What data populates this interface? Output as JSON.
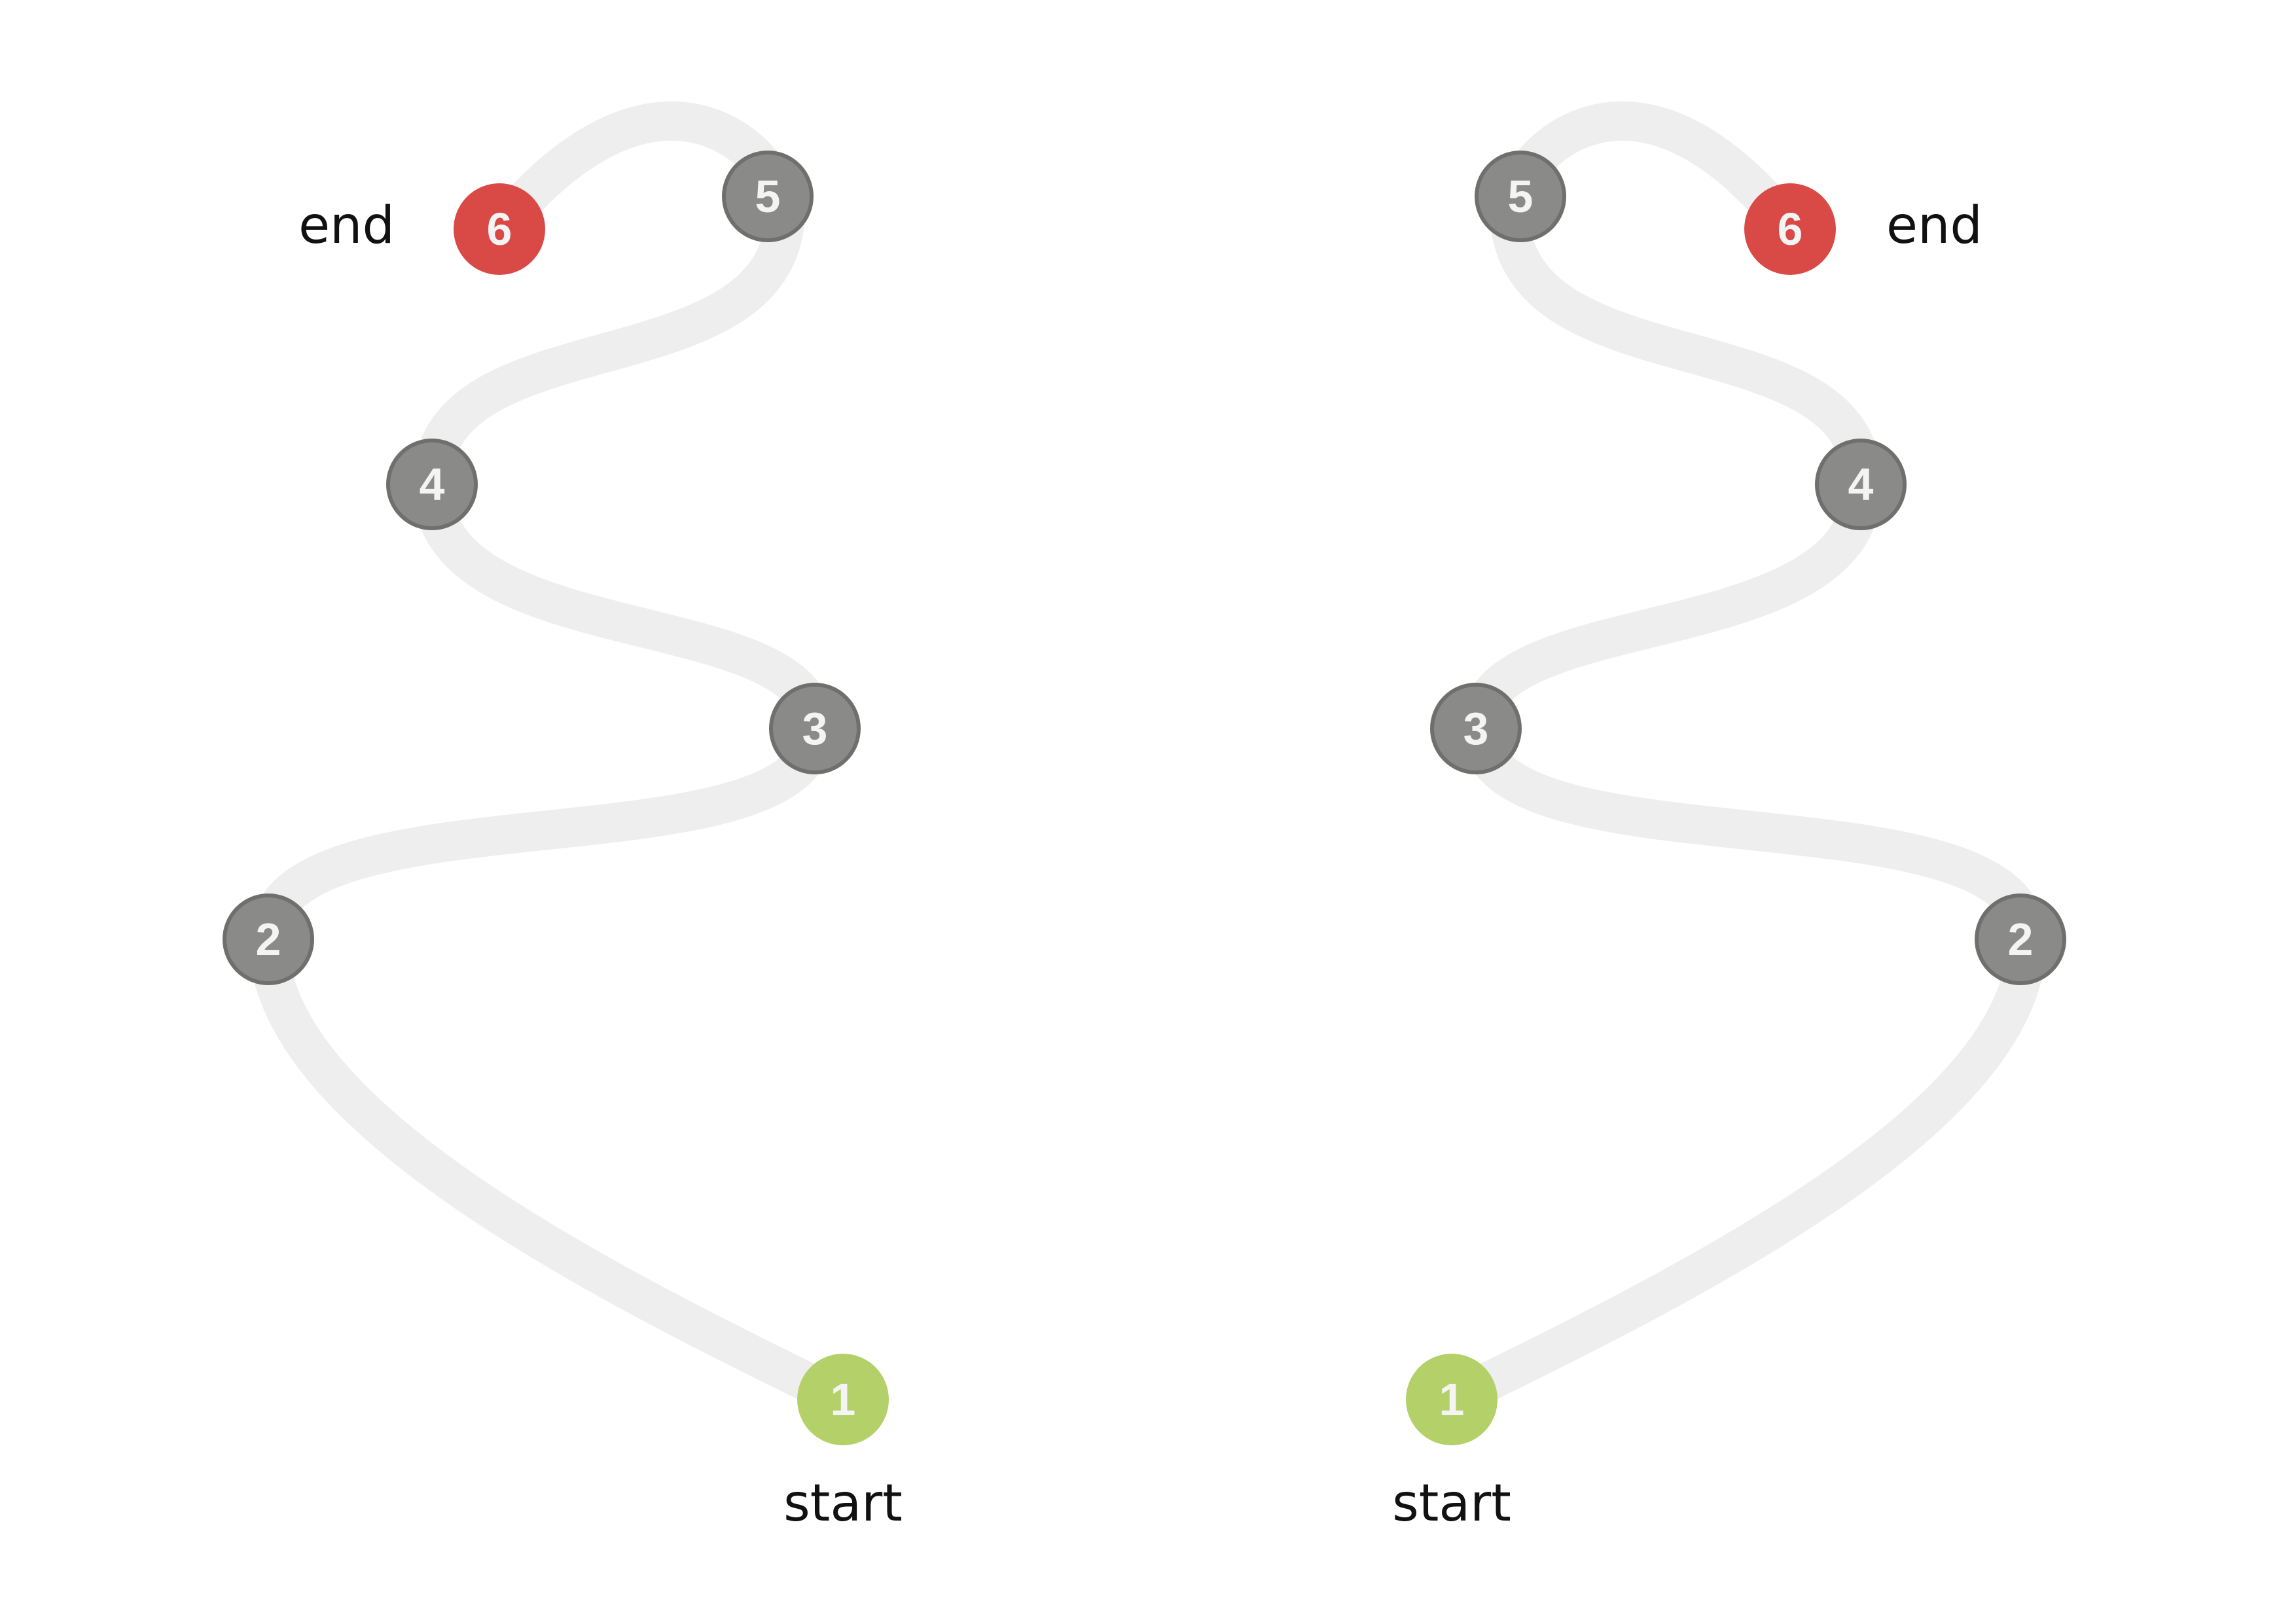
{
  "left_path": {
    "start_label": "start",
    "end_label": "end",
    "nodes": [
      {
        "label": "1",
        "role": "start"
      },
      {
        "label": "2",
        "role": "waypoint"
      },
      {
        "label": "3",
        "role": "waypoint"
      },
      {
        "label": "4",
        "role": "waypoint"
      },
      {
        "label": "5",
        "role": "waypoint"
      },
      {
        "label": "6",
        "role": "end"
      }
    ]
  },
  "right_path": {
    "start_label": "start",
    "end_label": "end",
    "nodes": [
      {
        "label": "1",
        "role": "start"
      },
      {
        "label": "2",
        "role": "waypoint"
      },
      {
        "label": "3",
        "role": "waypoint"
      },
      {
        "label": "4",
        "role": "waypoint"
      },
      {
        "label": "5",
        "role": "waypoint"
      },
      {
        "label": "6",
        "role": "end"
      }
    ]
  },
  "colors": {
    "track": "#eeeeee",
    "waypoint": "#8a8a88",
    "start": "#b3d168",
    "end": "#d94a46"
  }
}
